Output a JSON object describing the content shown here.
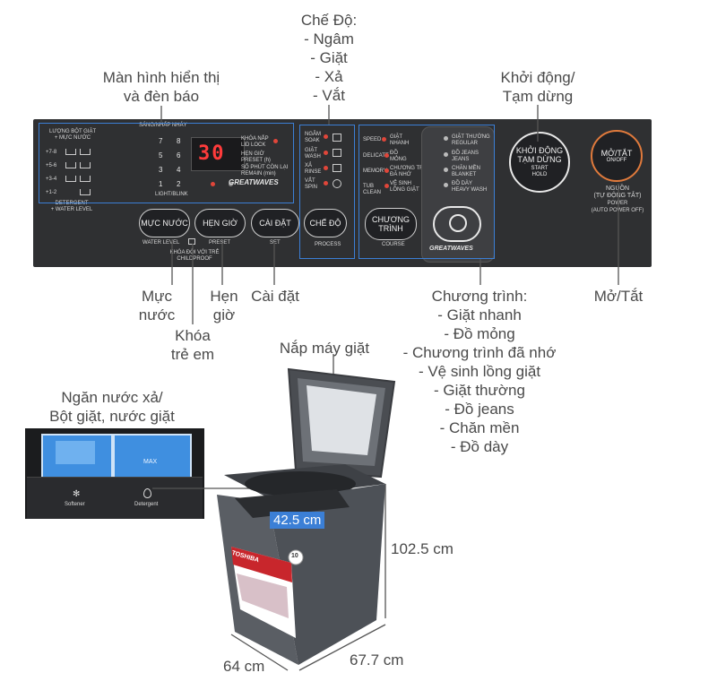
{
  "labels": {
    "display": [
      "Màn hình hiển thị",
      "và đèn báo"
    ],
    "mode": [
      "Chế Độ:",
      "- Ngâm",
      "- Giặt",
      "- Xả",
      "- Vắt"
    ],
    "start": [
      "Khởi động/",
      "Tạm dừng"
    ],
    "water": [
      "Mực",
      "nước"
    ],
    "timer": [
      "Hẹn",
      "giờ"
    ],
    "setting": "Cài đặt",
    "childlock": [
      "Khóa",
      "trẻ em"
    ],
    "program": [
      "Chương trình:",
      "- Giặt nhanh",
      "- Đồ mỏng",
      "- Chương trình đã nhớ",
      "- Vệ sinh lồng giặt",
      "- Giặt thường",
      "- Đồ jeans",
      "- Chăn mền",
      "- Đồ dày"
    ],
    "power": "Mở/Tắt",
    "lid": "Nắp máy giặt",
    "drawer": [
      "Ngăn nước xả/",
      "Bột giặt, nước giặt"
    ]
  },
  "dimensions": {
    "depth": "42.5 cm",
    "height": "102.5 cm",
    "width": "64 cm",
    "length": "67.7 cm"
  },
  "panel": {
    "detergent_title": [
      "LƯỢNG BỘT GIẶT",
      "+ MỰC NƯỚC"
    ],
    "detergent_levels": [
      "+7-8",
      "+5-6",
      "+3-4",
      "+1-2"
    ],
    "detergent_footer": [
      "DETERGENT",
      "+ WATER LEVEL"
    ],
    "blink_label": "SÁNG/NHẤP NHÁY",
    "blink_sub": "LIGHT/BLINK",
    "levels": [
      [
        "7",
        "8"
      ],
      [
        "5",
        "6"
      ],
      [
        "3",
        "4"
      ],
      [
        "1",
        "2"
      ]
    ],
    "display_value": "30",
    "lid_lock": [
      "KHÓA NẮP",
      "LID LOCK"
    ],
    "preset_info": [
      "HẸN GIỜ",
      "PRESET (h)"
    ],
    "remain_info": [
      "SỐ PHÚT CÒN LẠI",
      "REMAIN (min)"
    ],
    "brand": "GREATWAVES",
    "btn_water": "MỰC NƯỚC",
    "btn_water_sub": "WATER LEVEL",
    "btn_timer": "HẸN GIỜ",
    "btn_timer_sub": "PRESET",
    "btn_set": "CÀI ĐẶT",
    "btn_set_sub": "SET",
    "childlock_text": [
      "KHÓA ĐÔI VỚI TRẺ",
      "CHILDPROOF"
    ],
    "modes": [
      [
        "NGÂM",
        "SOAK"
      ],
      [
        "GIẶT",
        "WASH"
      ],
      [
        "XẢ",
        "RINSE"
      ],
      [
        "VẮT",
        "SPIN"
      ]
    ],
    "btn_mode": "CHẾ ĐỘ",
    "btn_mode_sub": "PROCESS",
    "courses_left": [
      [
        "SPEED",
        "GIẶT",
        "NHANH"
      ],
      [
        "DELICATE",
        "ĐỒ",
        "MỎNG"
      ],
      [
        "MEMORY",
        "CHƯƠNG TRÌNH",
        "ĐÃ NHỚ"
      ],
      [
        "TUB CLEAN",
        "VỆ SINH",
        "LỒNG GIẶT"
      ]
    ],
    "btn_course": [
      "CHƯƠNG",
      "TRÌNH"
    ],
    "btn_course_sub": "COURSE",
    "courses_right": [
      [
        "GIẶT THƯỜNG",
        "REGULAR"
      ],
      [
        "ĐỒ JEANS",
        "JEANS"
      ],
      [
        "CHĂN MỀN",
        "BLANKET"
      ],
      [
        "ĐỒ DÀY",
        "HEAVY WASH"
      ]
    ],
    "btn_start": [
      "KHỞI ĐỘNG",
      "TẠM DỪNG"
    ],
    "btn_start_sub": [
      "START",
      "HOLD"
    ],
    "btn_power": "MỞ/TẮT",
    "btn_power_sub": "ON/OFF",
    "power_caption": [
      "NGUỒN",
      "(TỰ ĐỘNG TẮT)",
      "POWER",
      "(AUTO POWER OFF)"
    ]
  },
  "drawer_panel": {
    "softener": "Softener",
    "detergent": "Detergent",
    "max": "MAX"
  },
  "machine": {
    "brand": "TOSHIBA",
    "badge": "10"
  },
  "colors": {
    "panel": "#2f3032",
    "accent": "#3b7fd6",
    "power_ring": "#e07a3c",
    "machine": "#55595f"
  }
}
